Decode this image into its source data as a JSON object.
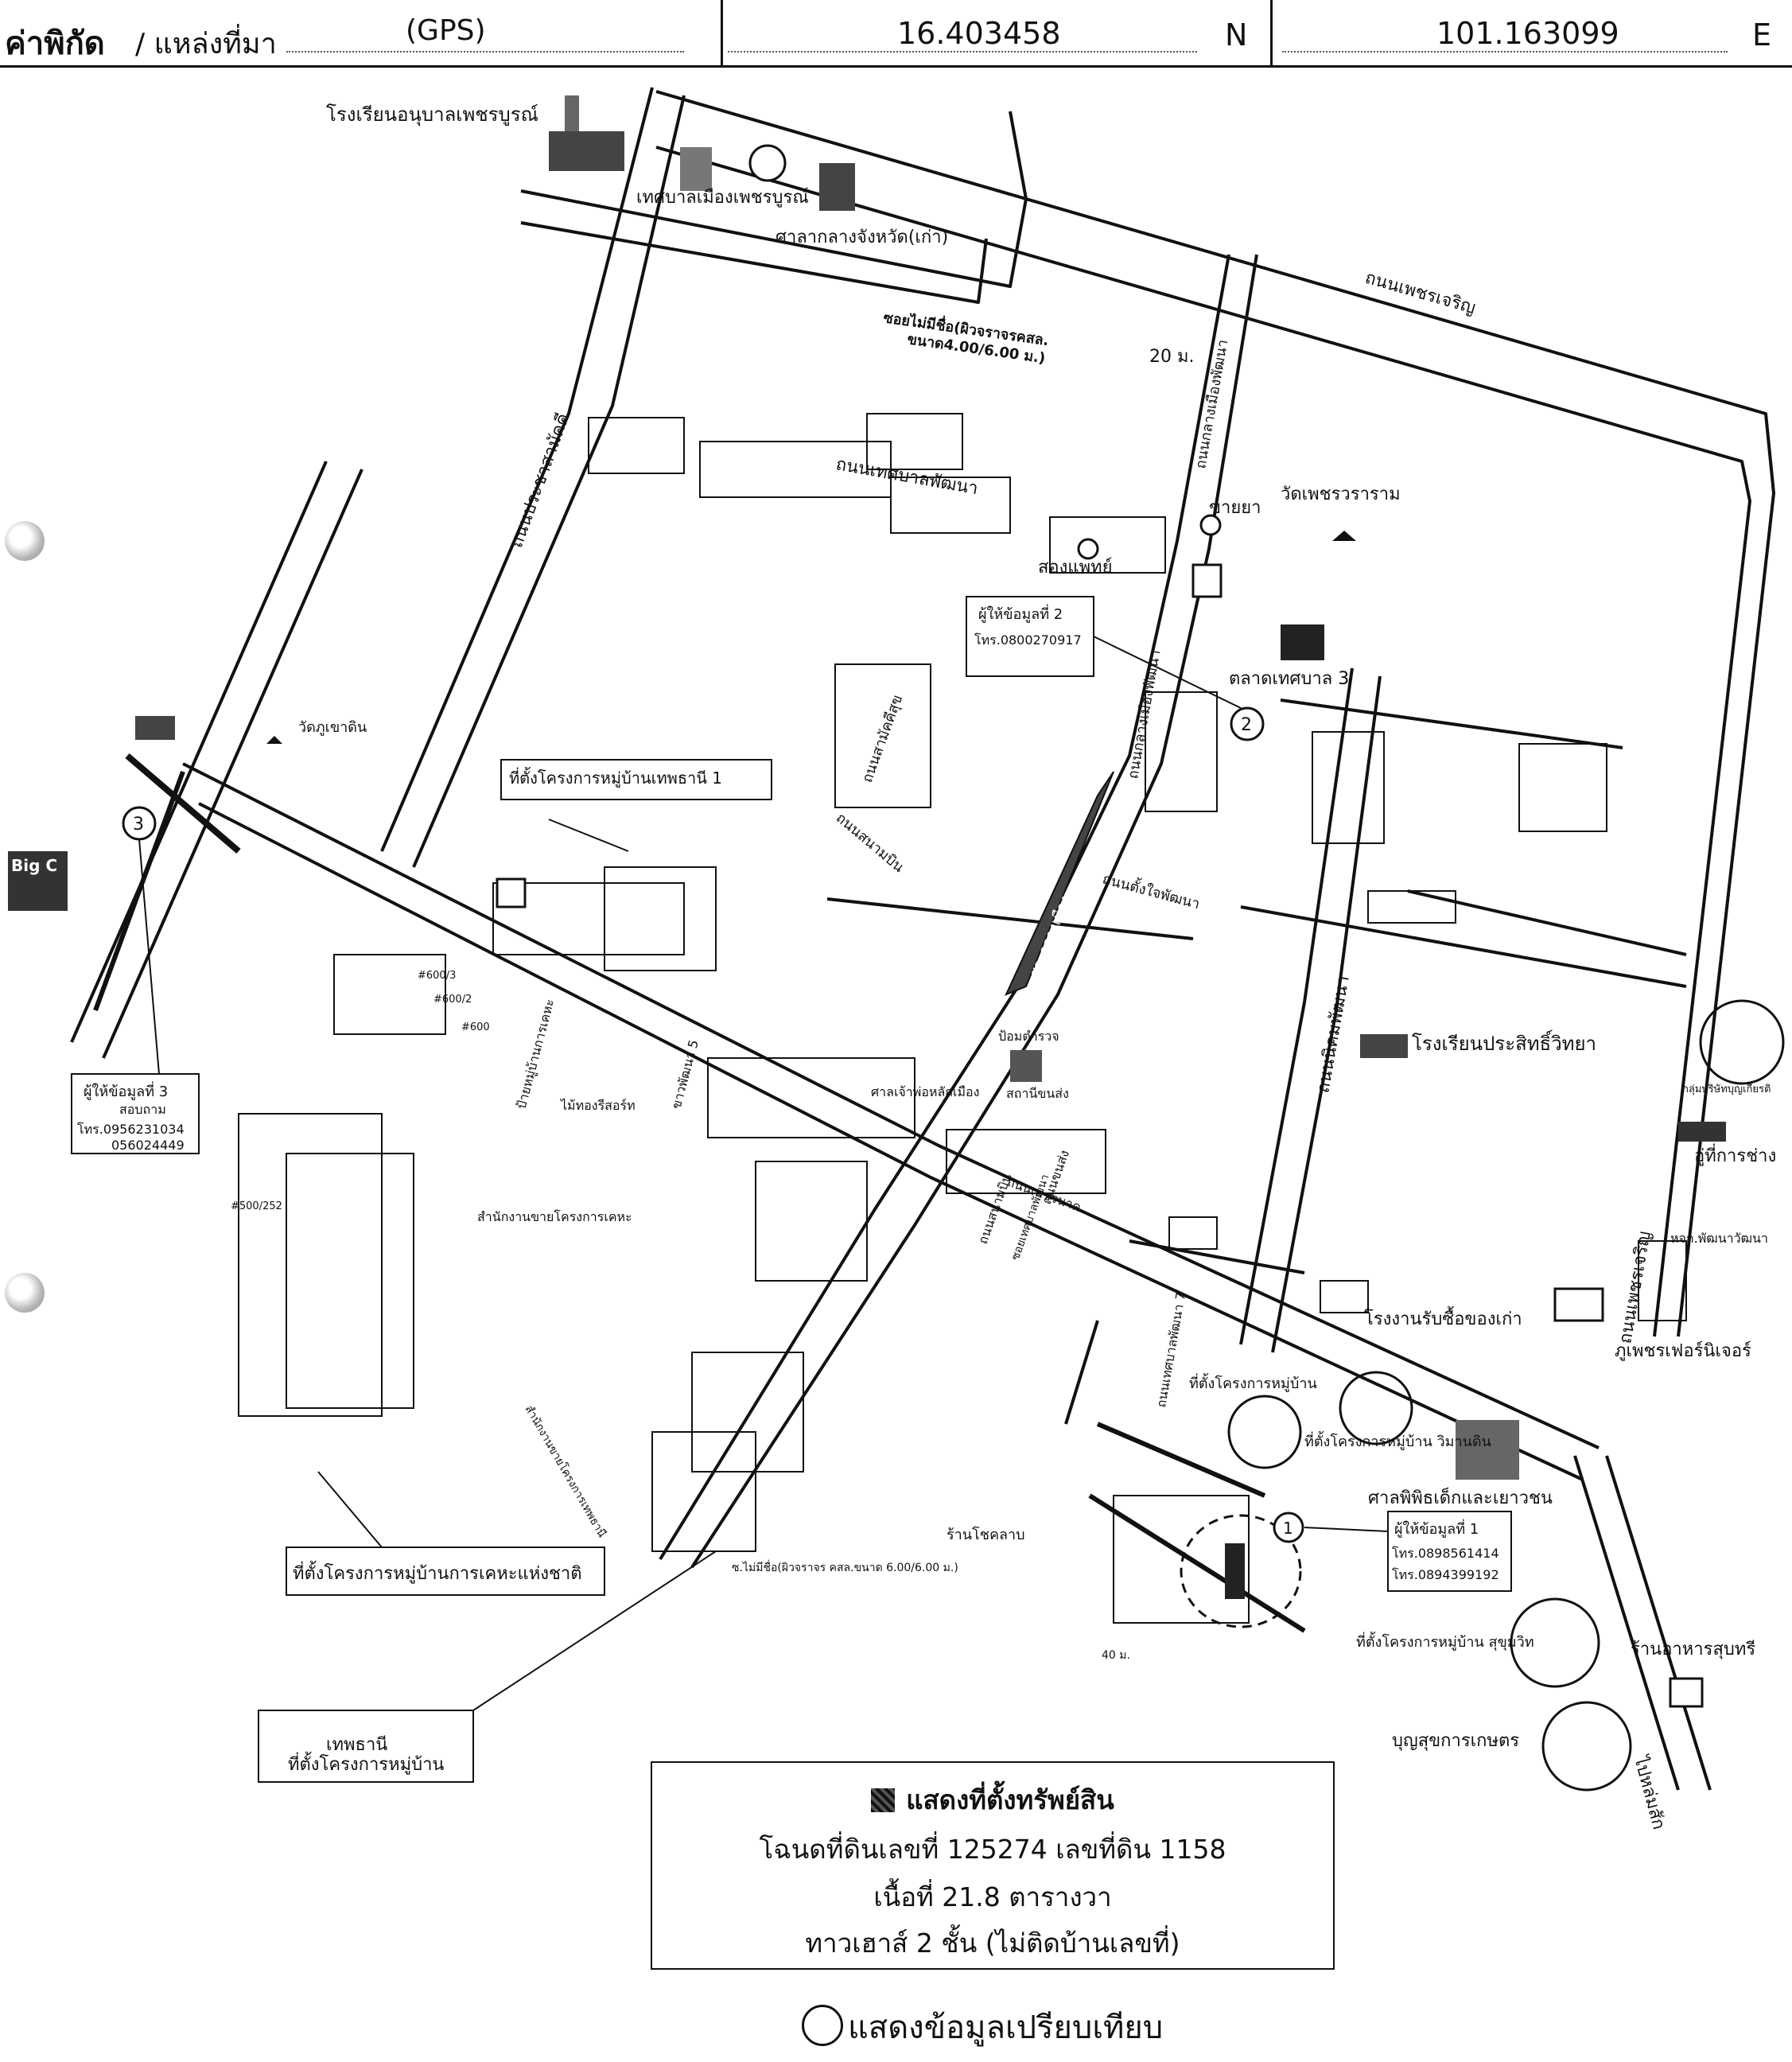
{
  "header": {
    "label_bold": "ค่าพิกัด",
    "label_rest": "/ แหล่งที่มา",
    "source": "(GPS)",
    "latitude": "16.403458",
    "lat_dir": "N",
    "longitude": "101.163099",
    "lon_dir": "E"
  },
  "map": {
    "places": {
      "kindergarten": "โรงเรียนอนุบาลเพชรบูรณ์",
      "municipality": "เทศบาลเมืองเพชรบูรณ์",
      "old_hall": "ศาลากลางจังหวัด(เก่า)",
      "phu_khao_temple": "วัดภูเขาดิน",
      "phetcharawararam_temple": "วัดเพชรวราราม",
      "pharmacy": "ขายยา",
      "clinic": "สองแพทย์",
      "market": "ตลาดเทศบาล 3",
      "school_prasit": "โรงเรียนประสิทธิ์วิทยา",
      "police": "ป้อมตำรวจ",
      "bus_station": "สถานีขนส่ง",
      "shrine": "ศาลเจ้าพ่อหลักเมือง",
      "bunchai_group": "กลุ่มบริษัทบุญเกียรติ",
      "bus_stop": "อู่ที่การช่าง",
      "pattana_store": "หจก.พัฒนาวัฒนา",
      "scrap_factory": "โรงงานรับซื้อของเก่า",
      "phu_furniture": "ภูเพชรเฟอร์นิเจอร์",
      "juvenile_court": "ศาลพิพิธเด็กและเยาวชน",
      "vimandin": "ที่ตั้งโครงการหมู่บ้าน\nวิมานดิน",
      "project_area": "ที่ตั้งโครงการหมู่บ้าน",
      "shop_chok": "ร้านโชคลาบ",
      "sukhumvit_project": "ที่ตั้งโครงการหมู่บ้าน\nสุขุมวิท",
      "restaurant": "ร้านอาหารสุบทรี",
      "bunsuk_farm": "บุญสุขการเกษตร",
      "sales_office": "สำนักงานขายโครงการเคหะ",
      "sales_office_2": "สำนักงานขายโครงการเทพธานี",
      "big_c": "Big C",
      "sign_project": "ป้ายหมู่บ้านการเคหะ",
      "mai_thong": "ไม้ทองรีสอร์ท",
      "khao_road": "ขาวพัฒนา 5",
      "thepthani_1": "ที่ตั้งโครงการหมู่บ้านเทพธานี 1",
      "national_housing": "ที่ตั้งโครงการหมู่บ้านการเคหะแห่งชาติ",
      "thepthani": "เทพธานี",
      "thepthani_sub": "ที่ตั้งโครงการหมู่บ้าน",
      "soi_nameless": "ซอยไม่มีชื่อ(ผิวจราจรคสล.",
      "soi_size": "ขนาด4.00/6.00 ม.)",
      "soi_nameless_2": "ซ.ไม่มีชื่อ(ผิวจราจร คสล.ขนาด 6.00/6.00 ม.)",
      "dist_20": "20 ม.",
      "dist_40": "40 ม.",
      "lot_600_3": "#600/3",
      "lot_600_2": "#600/2",
      "lot_600": "#600",
      "lot_500_252": "#500/252"
    },
    "roads": {
      "phetcharoen": "ถนนเพชรเจริญ",
      "phetcharoen_2": "ถนนเพชรเจริญ",
      "thesaban_phatthana": "ถนนเทศบาลพัฒนา",
      "pracha_samakkhi": "ถนนประชาสามัคคี",
      "klang_mueang": "ถนนกลางเมืองพัฒนา",
      "klang_mueang_2": "ถนนกลางเมืองพัฒนา",
      "sanambin": "ถนนสนามบิน",
      "sam_kan": "ถนนสามัคคีสุข",
      "tang_jai": "ถนนตั้งใจพัฒนา",
      "thesaban_7": "ถนนเทศบาลพัฒนา 7",
      "sarakhong": "สระกลางเมือง",
      "nikhom": "ถนนนิคมพัฒนา",
      "phet_nai": "ถนนเพชรนาค",
      "sanambin_2": "ถนนสนามบิน",
      "soi_thesaban": "ซอยเทศบาลพัฒนา",
      "sam_yaek": "ถนนขนส่ง",
      "to_lomsak": "ไปหล่มสัก"
    },
    "informants": {
      "i1_title": "ผู้ให้ข้อมูลที่ 1",
      "i1_tel1": "โทร.0898561414",
      "i1_tel2": "โทร.0894399192",
      "i2_title": "ผู้ให้ข้อมูลที่ 2",
      "i2_tel": "โทร.0800270917",
      "i3_title": "ผู้ให้ข้อมูลที่ 3",
      "i3_sub": "สอบถาม",
      "i3_tel1": "โทร.0956231034",
      "i3_tel2": "056024449",
      "n1": "1",
      "n2": "2",
      "n3": "3"
    }
  },
  "legend": {
    "line1": "แสดงที่ตั้งทรัพย์สิน",
    "line2": "โฉนดที่ดินเลขที่ 125274 เลขที่ดิน 1158",
    "line3": "เนื้อที่ 21.8 ตารางวา",
    "line4": "ทาวเฮาส์ 2 ชั้น  (ไม่ติดบ้านเลขที่)"
  },
  "comparison": {
    "label": "แสดงข้อมูลเปรียบเทียบ"
  }
}
